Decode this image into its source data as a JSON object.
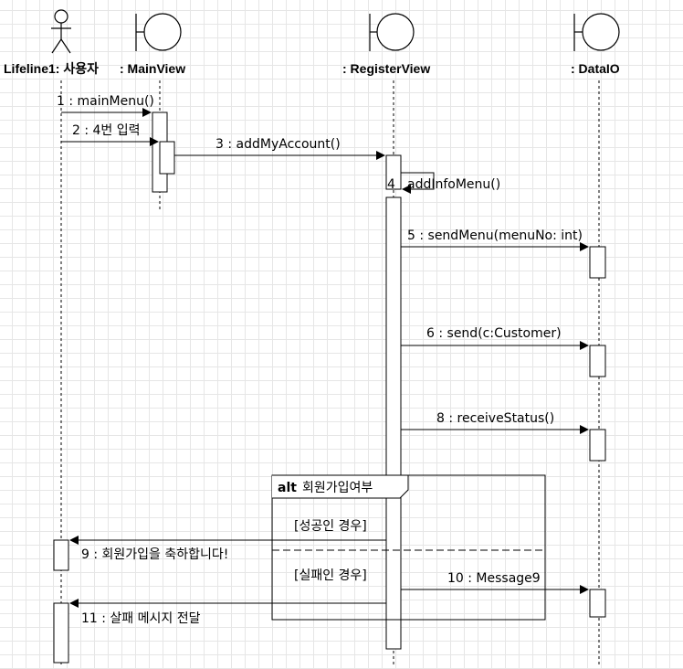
{
  "participants": {
    "user": "Lifeline1: 사용자",
    "main_view": ": MainView",
    "register_view": ": RegisterView",
    "data_io": ": DataIO"
  },
  "messages": {
    "m1": "1 : mainMenu()",
    "m2": "2 : 4번 입력",
    "m3": "3 : addMyAccount()",
    "m4_num": "4",
    "m4_text": "addInfoMenu()",
    "m5": "5 : sendMenu(menuNo: int)",
    "m6": "6 : send(c:Customer)",
    "m8": "8 : receiveStatus()",
    "m9": "9 : 회원가입을 축하합니다!",
    "m10": "10 : Message9",
    "m11": "11 : 살패 메시지 전달"
  },
  "fragment": {
    "operator": "alt",
    "name": "회원가입여부",
    "guard_success": "[성공인 경우]",
    "guard_failure": "[실패인 경우]"
  }
}
